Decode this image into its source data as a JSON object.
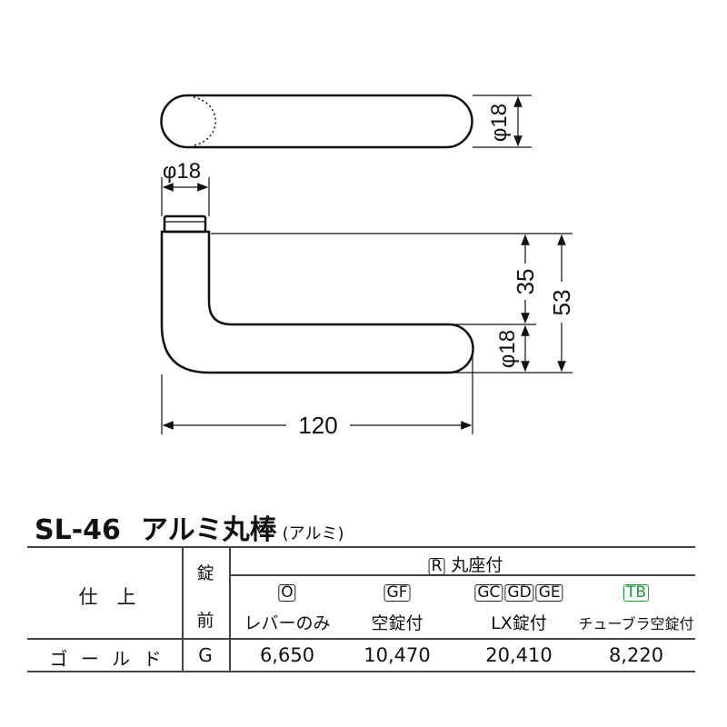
{
  "drawing": {
    "top_dim_dia": "φ18",
    "collar_dim_dia": "φ18",
    "dim_35": "35",
    "dim_53": "53",
    "side_dim_dia": "φ18",
    "dim_120": "120"
  },
  "title": {
    "code": "SL-46",
    "name": "アルミ丸棒",
    "material": "(アルミ)"
  },
  "table": {
    "col_finish": "仕　上",
    "col_lock_top": "錠",
    "col_lock_bottom": "前",
    "group_badge": "R",
    "group_label": "丸座付",
    "columns": [
      {
        "badges": [
          "O"
        ],
        "label": "レバーのみ"
      },
      {
        "badges": [
          "GF"
        ],
        "label": "空錠付"
      },
      {
        "badges": [
          "GC",
          "GD",
          "GE"
        ],
        "label": "LX錠付"
      },
      {
        "badges": [
          "TB"
        ],
        "label": "チューブラ空錠付"
      }
    ],
    "rows": [
      {
        "finish": "ゴ ー ル ド",
        "code": "G",
        "prices": [
          "6,650",
          "10,470",
          "20,410",
          "8,220"
        ]
      }
    ],
    "accent_color": "#1a9a3a"
  }
}
